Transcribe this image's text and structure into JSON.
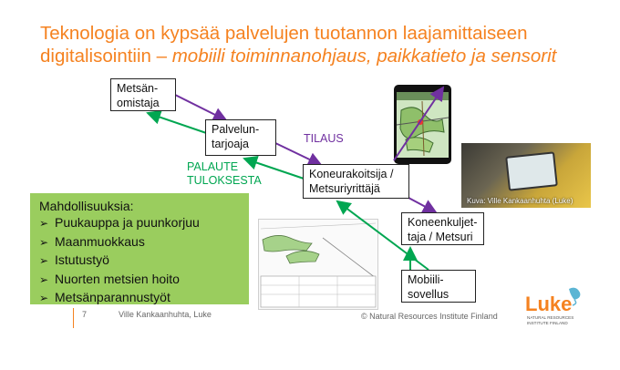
{
  "title": {
    "main": "Teknologia on kypsää palvelujen tuotannon laajamittaiseen digitalisointiin – ",
    "sub": "mobiili toiminnanohjaus, paikkatieto ja sensorit"
  },
  "diagram": {
    "boxes": {
      "owner": "Metsän-\nomistaja",
      "provider": "Palvelun-\ntarjoaja",
      "contractor": "Koneurakoitsija /\nMetsuriyrittäjä",
      "operator": "Koneenkuljet-\ntaja / Metsuri",
      "app": "Mobiili-\nsovellus"
    },
    "labels": {
      "order": "TILAUS",
      "feedback": "PALAUTE\nTULOKSESTA"
    },
    "colors": {
      "order": "#7030a0",
      "feedback": "#00a651"
    }
  },
  "opportunities": {
    "heading": "Mahdollisuuksia:",
    "items": [
      "Puukauppa ja puunkorjuu",
      "Maanmuokkaus",
      "Istutustyö",
      "Nuorten metsien hoito",
      "Metsänparannustyöt"
    ]
  },
  "photo_caption": "Kuva: Ville Kankaanhuhta (Luke)",
  "logo": {
    "name": "Luke",
    "institute": "NATURAL RESOURCES\nINSTITUTE FINLAND"
  },
  "footer": {
    "page": "7",
    "author": "Ville Kankaanhuhta, Luke",
    "copyright": "© Natural Resources Institute Finland"
  },
  "colors": {
    "accent": "#f58220",
    "green_panel": "#9acd5e"
  }
}
